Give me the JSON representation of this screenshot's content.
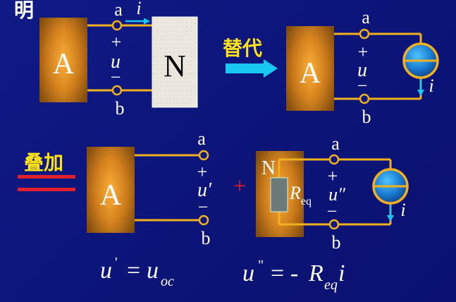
{
  "header_char": "明",
  "colors": {
    "background": "#0d167f",
    "wire": "#f0b020",
    "cjk_yellow": "#ffe21a",
    "arrow_cyan": "#19c8f0",
    "plus_red": "#e0202a",
    "box_orange": "#e8941c",
    "box_dark": "#9a5a12"
  },
  "top_left": {
    "box_label": "A",
    "terminal_a": "a",
    "terminal_b": "b",
    "current": "i",
    "plus": "+",
    "voltage": "u",
    "minus": "−",
    "n_label": "N"
  },
  "replace_text": "替代",
  "top_right": {
    "box_label": "A",
    "terminal_a": "a",
    "terminal_b": "b",
    "plus": "+",
    "voltage": "u",
    "minus": "−",
    "current": "i"
  },
  "superpose_text": "叠加",
  "bottom_left": {
    "box_label": "A",
    "terminal_a": "a",
    "terminal_b": "b",
    "plus": "+",
    "voltage": "u′",
    "minus": "−"
  },
  "plus_operator": "+",
  "bottom_right": {
    "n_label": "N",
    "req_main": "R",
    "req_sub": "eq",
    "terminal_a": "a",
    "terminal_b": "b",
    "plus": "+",
    "voltage": "u″",
    "minus": "−",
    "current": "i"
  },
  "equations": {
    "eq1_lhs": "u",
    "eq1_prime": "'",
    "eq1_equals": "=",
    "eq1_rhs": "u",
    "eq1_sub": "oc",
    "eq2_lhs": "u",
    "eq2_prime": "\"",
    "eq2_equals": "=",
    "eq2_minus": "-",
    "eq2_r": "R",
    "eq2_sub": "eq",
    "eq2_i": "i"
  }
}
